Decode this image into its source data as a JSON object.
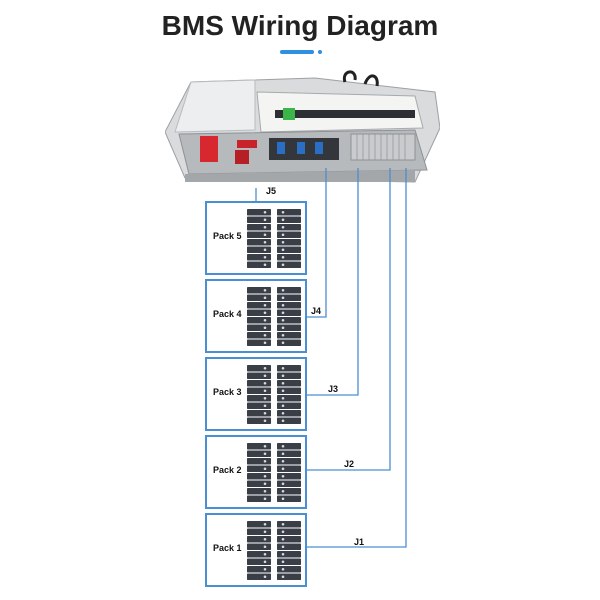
{
  "header": {
    "title": "BMS Wiring Diagram"
  },
  "packs": [
    {
      "label": "Pack 5"
    },
    {
      "label": "Pack 4"
    },
    {
      "label": "Pack 3"
    },
    {
      "label": "Pack 2"
    },
    {
      "label": "Pack 1"
    }
  ],
  "connectors": [
    {
      "label": "J5"
    },
    {
      "label": "J4"
    },
    {
      "label": "J3"
    },
    {
      "label": "J2"
    },
    {
      "label": "J1"
    }
  ],
  "colors": {
    "wire": "#4a8fd1",
    "accent": "#2f8fe0",
    "cell": "#3a3f47"
  }
}
